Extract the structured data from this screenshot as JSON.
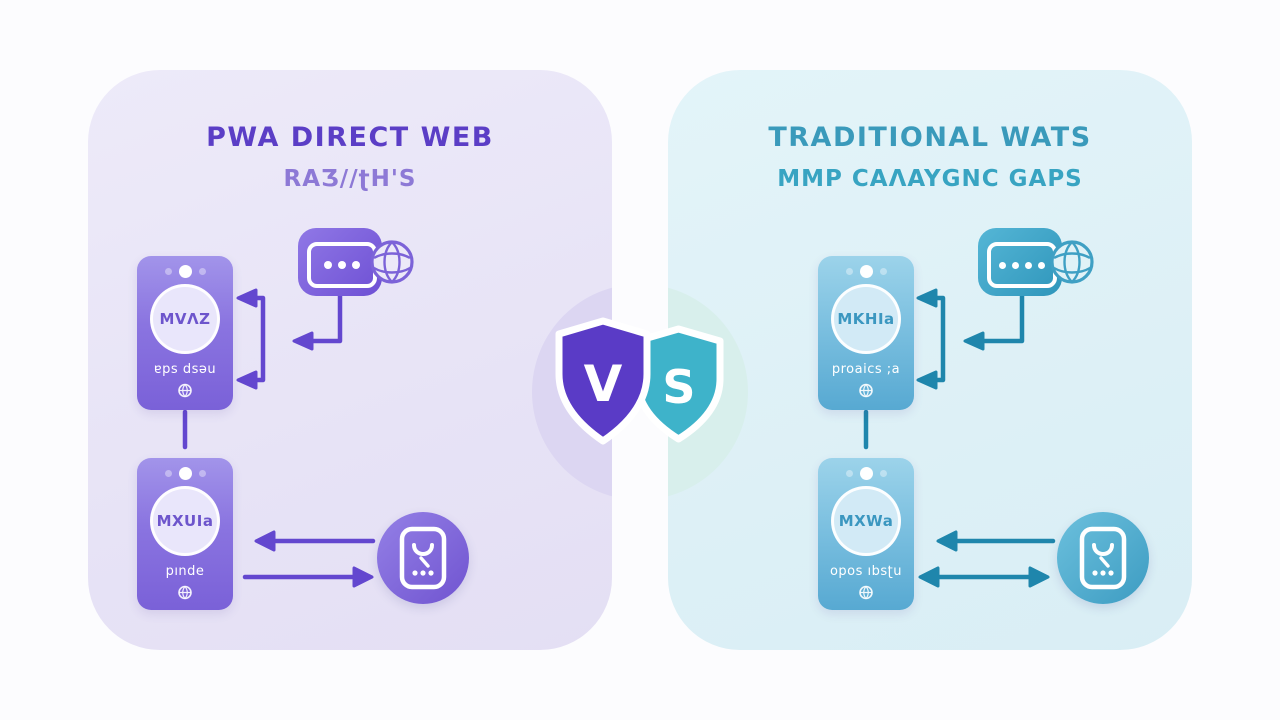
{
  "left_panel": {
    "title": "PWA DIRECT WEB",
    "subtitle": "RAӠ//ʈH'S",
    "phone_top": {
      "badge": "MVΛZ",
      "caption": "ɐps dsǝu"
    },
    "phone_bottom": {
      "badge": "MXUIa",
      "caption": "pınde"
    },
    "accent_color": "#5b3ec6",
    "arrow_color": "#6347cf"
  },
  "right_panel": {
    "title": "TRADITIONAL WATS",
    "subtitle": "MMP CAΛAYGNC GAPS",
    "phone_top": {
      "badge": "MKHIa",
      "caption": "proaics ;a"
    },
    "phone_bottom": {
      "badge": "MXWa",
      "caption": "opos ıbsʈu"
    },
    "accent_color": "#3a9abb",
    "arrow_color": "#1f86ac"
  },
  "vs_badge": {
    "left_letter": "V",
    "right_letter": "S"
  },
  "icons": {
    "chat_bubble": "chat-dots-icon",
    "globe": "globe-wireframe-icon",
    "phone_mini_globe": "mini-globe-icon",
    "app_card": "app-card-icon",
    "shield": "shield-badge-icon"
  },
  "colors": {
    "left_panel_bg": "#e7e3f6",
    "right_panel_bg": "#ddf0f6",
    "purple_shield": "#5a3bc6",
    "teal_shield": "#3eb3ca",
    "split_circle_left": "#dcd6f2",
    "split_circle_right": "#d8efec"
  }
}
